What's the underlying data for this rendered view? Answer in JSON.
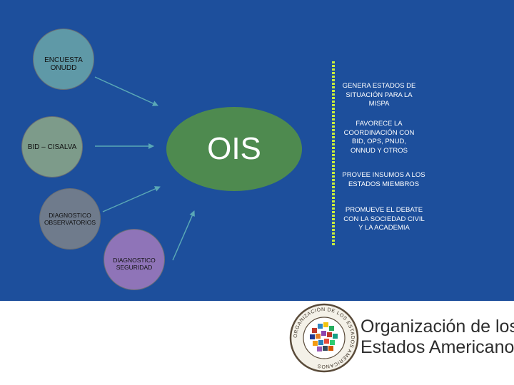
{
  "nodes": {
    "encuesta": "ENCUESTA ONUDD",
    "bid": "BID – CISALVA",
    "observatorios": "DIAGNOSTICO OBSERVATORIOS",
    "seguridad": "DIAGNOSTICO SEGURIDAD"
  },
  "center": {
    "label": "OIS"
  },
  "functions": [
    "GENERA ESTADOS DE SITUACIÓN PARA LA MISPA",
    "FAVORECE LA COORDINACIÓN CON BID, OPS, PNUD, ONNUD Y OTROS",
    "PROVEE INSUMOS A LOS ESTADOS MIEMBROS",
    "PROMUEVE EL DEBATE CON LA SOCIEDAD CIVIL Y LA ACADEMIA"
  ],
  "footer": {
    "org_name_line1": "Organización de los",
    "org_name_line2": "Estados Americanos",
    "seal_text": "ORGANIZACIÓN DE LOS ESTADOS AMERICANOS"
  },
  "colors": {
    "background": "#1d4f9c",
    "center": "#4e8a4f",
    "divider": "#c9ee3d",
    "encuesta": "#5f99a7",
    "bid": "#7d9b8a",
    "observatorios": "#6f7b8c",
    "seguridad": "#8f74b8"
  },
  "icons": [
    "arrow-icon",
    "oas-emblem-icon"
  ]
}
